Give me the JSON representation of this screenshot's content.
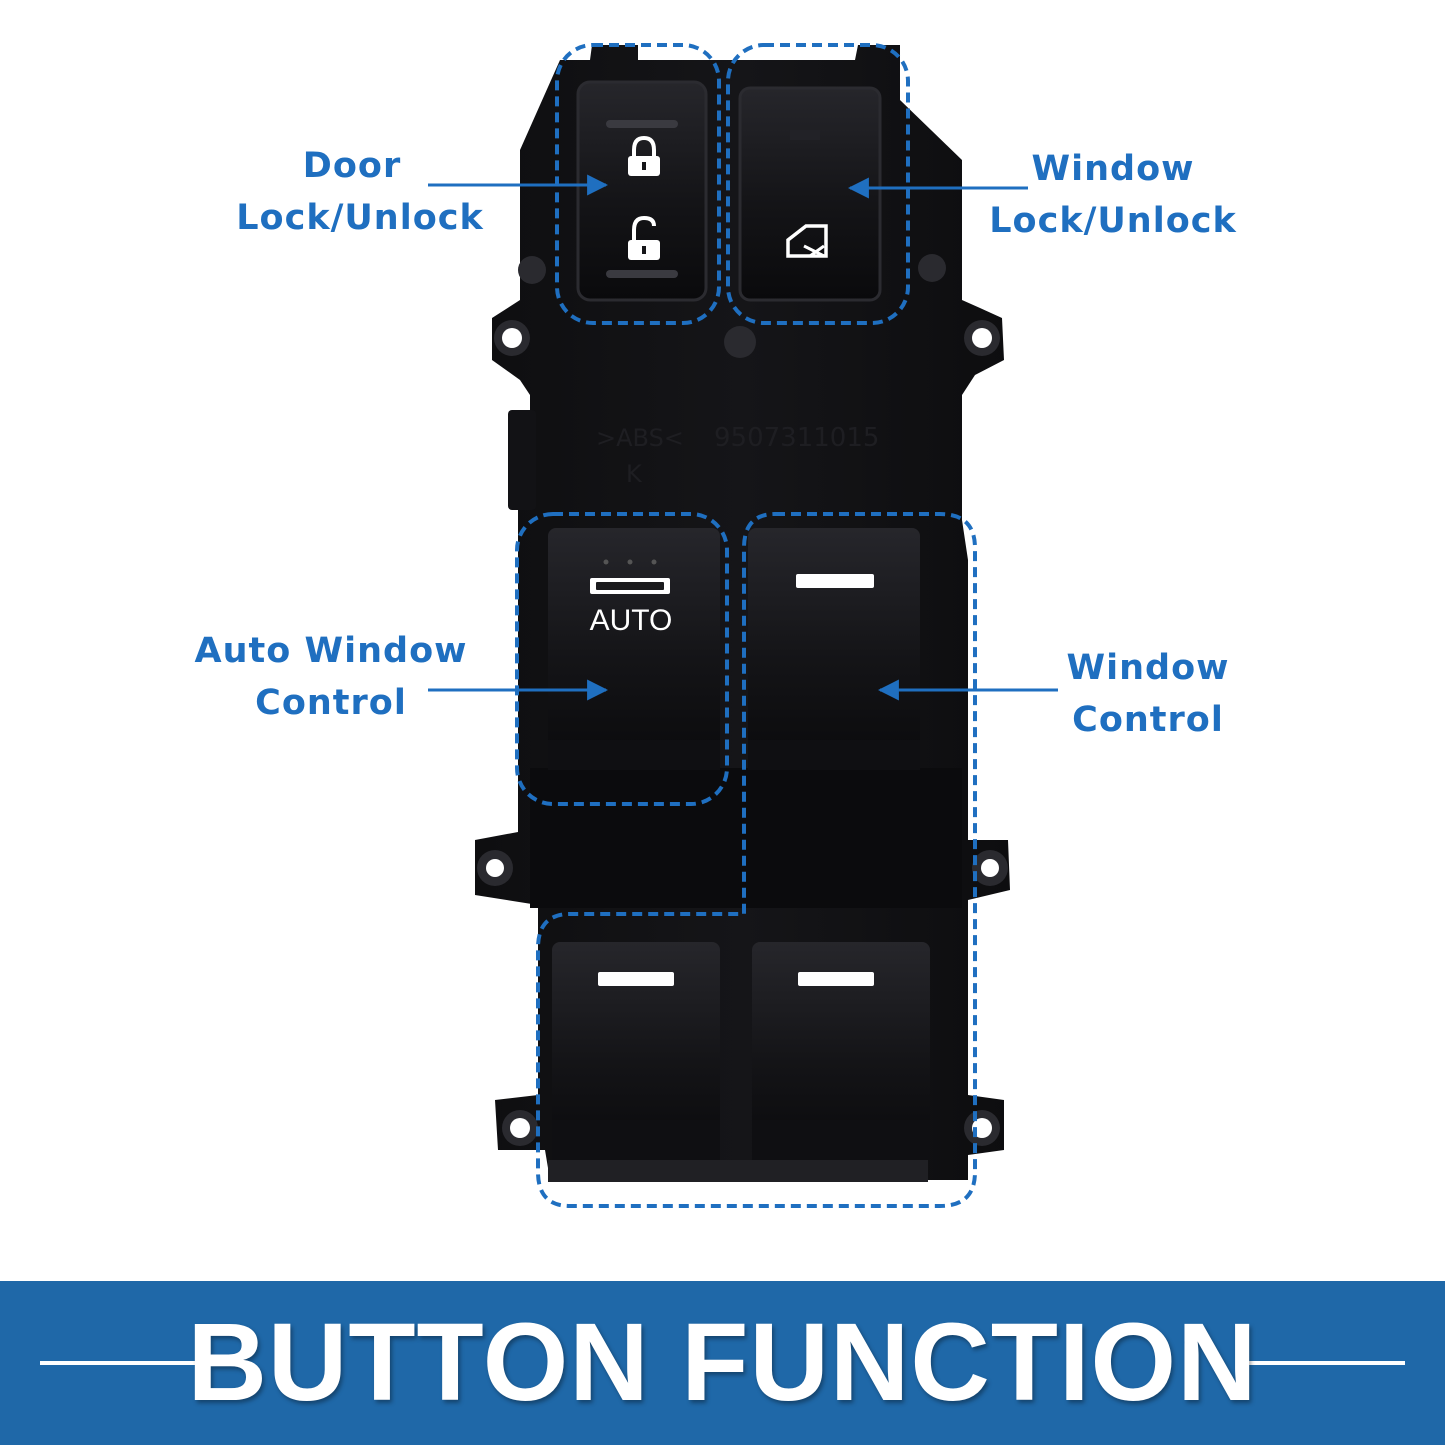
{
  "callouts": {
    "door_lock": {
      "line1": "Door",
      "line2": "Lock/Unlock"
    },
    "window_lock": {
      "line1": "Window",
      "line2": "Lock/Unlock"
    },
    "auto_window": {
      "line1": "Auto Window",
      "line2": "Control"
    },
    "window_control": {
      "line1": "Window",
      "line2": "Control"
    }
  },
  "switch_markings": {
    "auto": "AUTO",
    "molded_material": ">ABS<",
    "molded_part_no": "9507311015",
    "molded_letter": "K"
  },
  "banner": {
    "title": "BUTTON FUNCTION"
  },
  "colors": {
    "accent": "#1f6fc0",
    "banner": "#1f68a8",
    "body": "#0c0c0e",
    "button": "#151518",
    "text_on_banner": "#ffffff"
  },
  "icons": [
    "lock-closed-icon",
    "lock-open-icon",
    "window-lock-icon"
  ]
}
